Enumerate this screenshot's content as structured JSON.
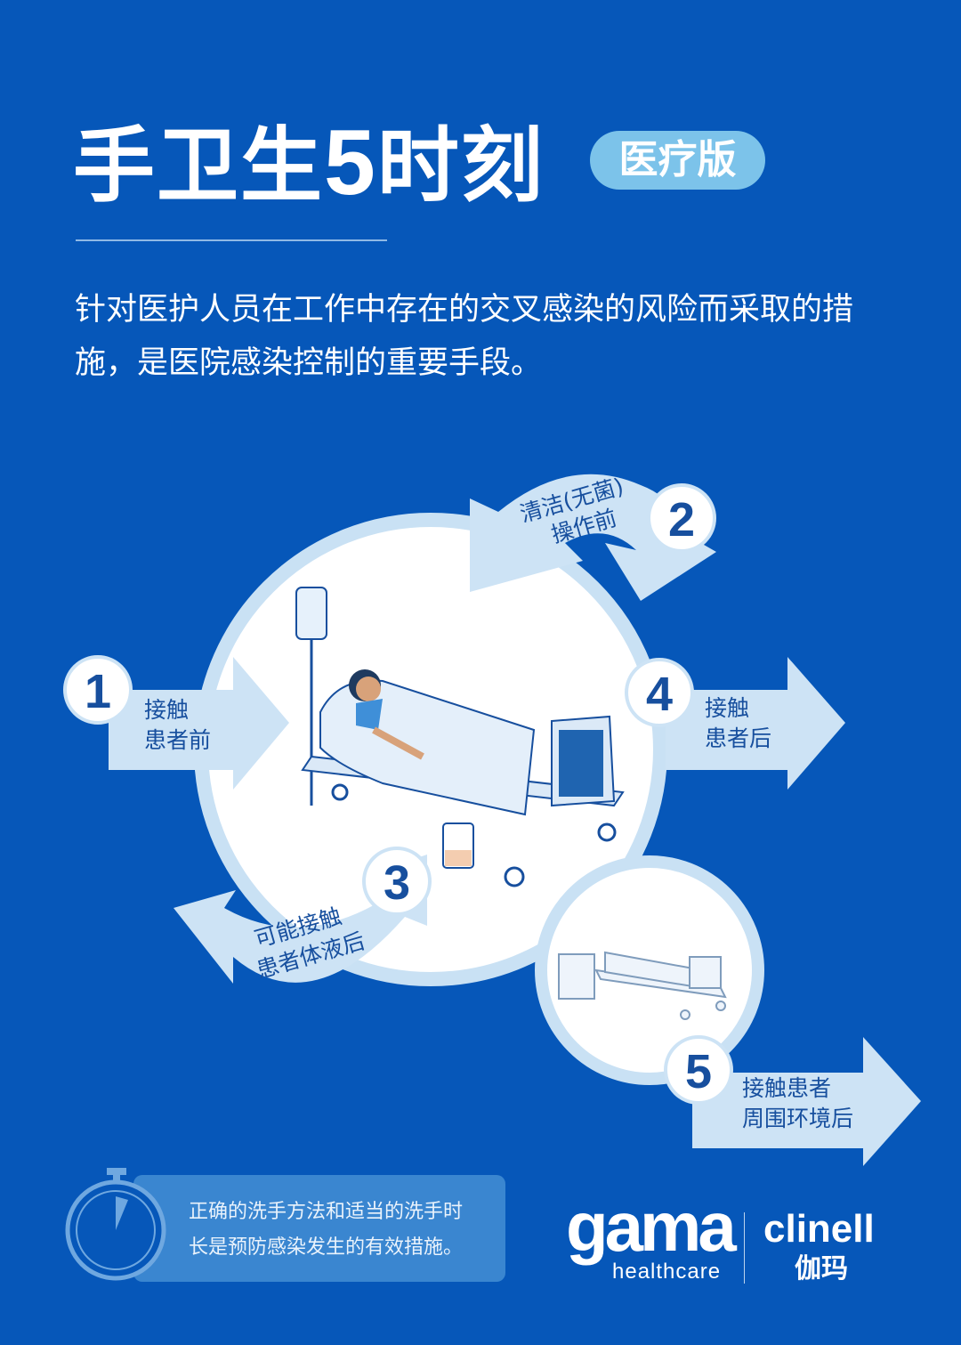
{
  "header": {
    "title_part1": "手卫生",
    "title_number": "5",
    "title_part2": "时刻",
    "badge": "医疗版",
    "intro": "针对医护人员在工作中存在的交叉感染的风险而采取的措施，是医院感染控制的重要手段。"
  },
  "moments": [
    {
      "number": "1",
      "line1": "接触",
      "line2": "患者前"
    },
    {
      "number": "2",
      "line1": "清洁(无菌)",
      "line2": "操作前"
    },
    {
      "number": "3",
      "line1": "可能接触",
      "line2": "患者体液后"
    },
    {
      "number": "4",
      "line1": "接触",
      "line2": "患者后"
    },
    {
      "number": "5",
      "line1": "接触患者",
      "line2": "周围环境后"
    }
  ],
  "footer": {
    "tip_line1": "正确的洗手方法和适当的洗手时",
    "tip_line2": "长是预防感染发生的有效措施。",
    "brand1": "gama",
    "brand1_sub": "healthcare",
    "brand2": "clinell",
    "brand2_cn": "伽玛"
  },
  "colors": {
    "background": "#0657b9",
    "arrow": "#cde3f5",
    "text_dark": "#174f9e",
    "badge": "#7cc3ea"
  }
}
